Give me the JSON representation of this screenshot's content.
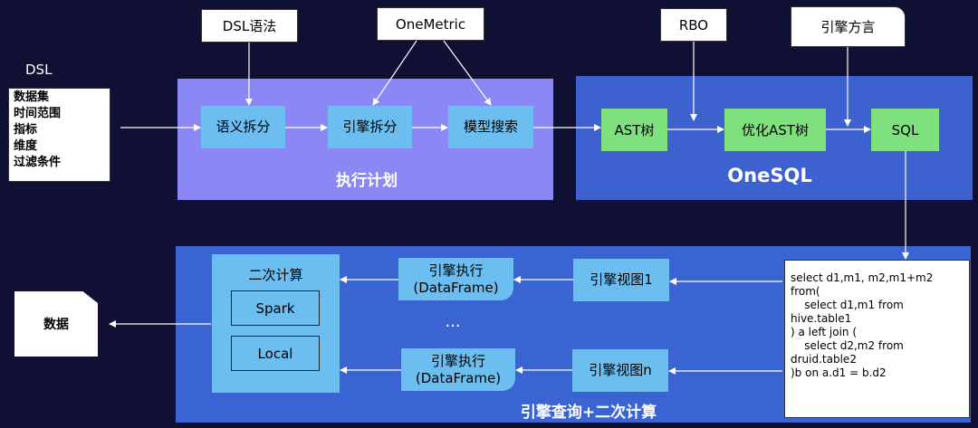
{
  "dsl": {
    "title": "DSL",
    "lines": [
      "数据集",
      "时间范围",
      "指标",
      "维度",
      "过滤条件"
    ]
  },
  "top_labels": {
    "dsl_grammar": "DSL语法",
    "onemetric": "OneMetric",
    "rbo": "RBO",
    "engine_dialect": "引擎方言"
  },
  "plan": {
    "caption": "执行计划",
    "semantic_split": "语义拆分",
    "engine_split": "引擎拆分",
    "model_search": "模型搜索"
  },
  "onesql": {
    "caption": "OneSQL",
    "ast": "AST树",
    "optimized_ast": "优化AST树",
    "sql": "SQL"
  },
  "sql_text": "select d1,m1, m2,m1+m2\nfrom(\n    select d1,m1 from\nhive.table1\n) a left join (\n    select d2,m2 from\ndruid.table2\n)b on a.d1 = b.d2",
  "query": {
    "caption": "引擎查询+二次计算",
    "engine_view_1": "引擎视图1",
    "engine_view_n": "引擎视图n",
    "engine_exec_1": "引擎执行\n(DataFrame)",
    "engine_exec_2": "引擎执行\n(DataFrame)",
    "ellipsis": "...",
    "secondary_compute": "二次计算",
    "spark": "Spark",
    "local": "Local"
  },
  "output": {
    "data": "数据"
  },
  "colors": {
    "background": "#0f1033",
    "plan_panel": "#8b87f4",
    "onesql_panel": "#3d62d0",
    "query_panel": "#3a64d2",
    "node_blue": "#6cbef0",
    "node_green": "#7fe07e"
  }
}
